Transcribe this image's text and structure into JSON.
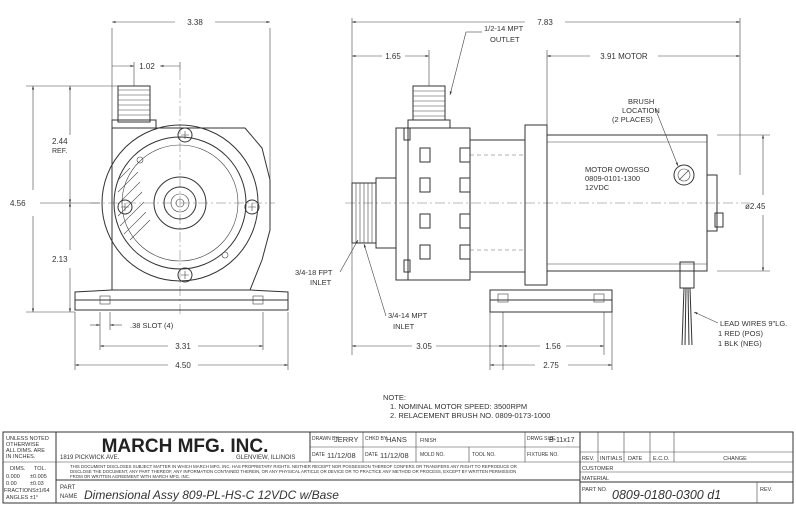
{
  "dimensions": {
    "front_width": "3.38",
    "outlet_offset": "1.02",
    "ref_height": "2.44",
    "ref_label": "REF.",
    "overall_height": "4.56",
    "lower_height": "2.13",
    "slot": ".38 SLOT (4)",
    "base_inner_width": "3.31",
    "base_outer_width": "4.50",
    "overall_length": "7.83",
    "outlet_from_face": "1.65",
    "motor_length": "3.91 MOTOR",
    "motor_diameter": "ø2.45",
    "inlet_to_base": "3.05",
    "base_span_right": "1.56",
    "base_span_total": "2.75"
  },
  "callouts": {
    "outlet_size": "1/2-14 MPT",
    "outlet_label": "OUTLET",
    "brush_l1": "BRUSH",
    "brush_l2": "LOCATION",
    "brush_l3": "(2 PLACES)",
    "motor_l1": "MOTOR OWOSSO",
    "motor_l2": "0809-0101-1300",
    "motor_l3": "12VDC",
    "inlet_fpt_size": "3/4-18 FPT",
    "inlet_fpt_label": "INLET",
    "inlet_mpt_size": "3/4-14 MPT",
    "inlet_mpt_label": "INLET",
    "lead_l1": "LEAD WIRES 9\"LG.",
    "lead_l2": "1 RED (POS)",
    "lead_l3": "1 BLK (NEG)"
  },
  "notes": {
    "heading": "NOTE:",
    "n1": "1. NOMINAL MOTOR SPEED: 3500RPM",
    "n2": "2. RELACEMENT BRUSH NO. 0809-0173-1000"
  },
  "title_block": {
    "tol_l1": "UNLESS NOTED",
    "tol_l2": "OTHERWISE",
    "tol_l3": "ALL DIMS. ARE",
    "tol_l4": "IN INCHES.",
    "dims_hdr": "DIMS.",
    "tol_hdr": "TOL.",
    "d1": "0.000",
    "t1": "±0.005",
    "d2": "0.00",
    "t2": "±0.03",
    "fractions": "FRACTIONS±1/64",
    "angles": "ANGLES  ±1°",
    "company": "MARCH MFG. INC.",
    "street": "1819 PICKWICK AVE.",
    "city": "GLENVIEW, ILLINOIS",
    "disclaimer_1": "THIS DOCUMENT DISCLOSES SUBJECT MATTER IN WHICH MARCH MFG. INC. HAS PROPRIETARY RIGHTS. NEITHER RECEIPT NOR POSSESSION THEREOF CONFERS OR TRANSFERS ANY RIGHT TO REPRODUCE OR",
    "disclaimer_2": "DISCLOSE THE DOCUMENT, ANY PART THEREOF, ANY INFORMATION CONTAINED THEREIN, OR ANY PHYSICAL ARTICLE OR DEVICE OR TO PRACTICE ANY METHOD OR PROCESS, EXCEPT BY WRITTEN PERMISSION",
    "disclaimer_3": "FROM OR WRITTEN AGREEMENT WITH MARCH MFG. INC.",
    "drawn_label": "DRAWN BY",
    "drawn_by": "JERRY",
    "chkd_label": "CHKD BY",
    "chkd_by": "HANS",
    "finish_label": "FINISH",
    "drwg_label": "DRWG SIZE",
    "drwg_size": "B-11x17",
    "date_label": "DATE",
    "date_1": "11/12/08",
    "date_2": "11/12/08",
    "mold_label": "MOLD NO.",
    "tool_label": "TOOL NO.",
    "fixture_label": "FIXTURE NO.",
    "part_label": "PART",
    "name_label": "NAME",
    "part_name": "Dimensional Assy 809-PL-HS-C 12VDC w/Base",
    "rev_hdr": "REV.",
    "initials_hdr": "INITIALS",
    "date_hdr": "DATE",
    "eco_hdr": "E.C.O.",
    "change_hdr": "CHANGE",
    "customer_label": "CUSTOMER",
    "material_label": "MATERIAL",
    "part_no_label": "PART NO.",
    "part_no": "0809-0180-0300 d1",
    "rev_label": "REV."
  }
}
